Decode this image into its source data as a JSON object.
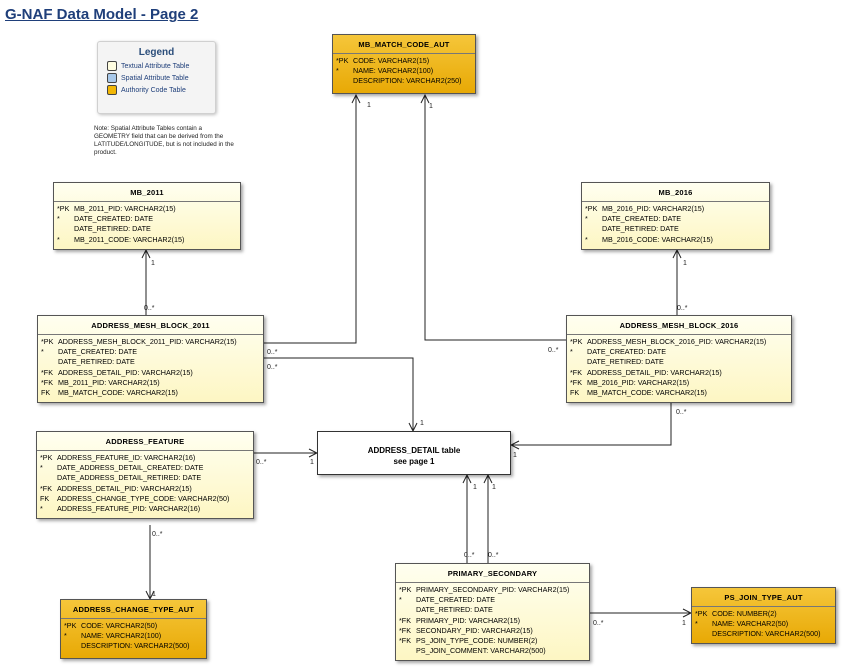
{
  "title": "G-NAF Data Model - Page 2",
  "legend": {
    "title": "Legend",
    "items": [
      {
        "label": "Textual Attribute Table",
        "color": "#fffde0"
      },
      {
        "label": "Spatial Attribute Table",
        "color": "#a9c9ea"
      },
      {
        "label": "Authority Code Table",
        "color": "#f2b705"
      }
    ],
    "note": "Note: Spatial Attribute Tables contain a GEOMETRY field that can be derived from the LATITUDE/LONGITUDE, but is not included in the product."
  },
  "entities": {
    "mb_match_code_aut": {
      "name": "MB_MATCH_CODE_AUT",
      "attributes": [
        {
          "key": "*PK",
          "text": "CODE: VARCHAR2(15)"
        },
        {
          "key": "*",
          "text": "NAME: VARCHAR2(100)"
        },
        {
          "key": "",
          "text": "DESCRIPTION: VARCHAR2(250)"
        }
      ]
    },
    "mb_2011": {
      "name": "MB_2011",
      "attributes": [
        {
          "key": "*PK",
          "text": "MB_2011_PID: VARCHAR2(15)"
        },
        {
          "key": "*",
          "text": "DATE_CREATED: DATE"
        },
        {
          "key": "",
          "text": "DATE_RETIRED: DATE"
        },
        {
          "key": "*",
          "text": "MB_2011_CODE: VARCHAR2(15)"
        }
      ]
    },
    "mb_2016": {
      "name": "MB_2016",
      "attributes": [
        {
          "key": "*PK",
          "text": "MB_2016_PID: VARCHAR2(15)"
        },
        {
          "key": "*",
          "text": "DATE_CREATED: DATE"
        },
        {
          "key": "",
          "text": "DATE_RETIRED: DATE"
        },
        {
          "key": "*",
          "text": "MB_2016_CODE: VARCHAR2(15)"
        }
      ]
    },
    "address_mesh_block_2011": {
      "name": "ADDRESS_MESH_BLOCK_2011",
      "attributes": [
        {
          "key": "*PK",
          "text": "ADDRESS_MESH_BLOCK_2011_PID: VARCHAR2(15)"
        },
        {
          "key": "*",
          "text": "DATE_CREATED: DATE"
        },
        {
          "key": "",
          "text": "DATE_RETIRED: DATE"
        },
        {
          "key": "*FK",
          "text": "ADDRESS_DETAIL_PID: VARCHAR2(15)"
        },
        {
          "key": "*FK",
          "text": "MB_2011_PID: VARCHAR2(15)"
        },
        {
          "key": "FK",
          "text": "MB_MATCH_CODE: VARCHAR2(15)"
        }
      ]
    },
    "address_mesh_block_2016": {
      "name": "ADDRESS_MESH_BLOCK_2016",
      "attributes": [
        {
          "key": "*PK",
          "text": "ADDRESS_MESH_BLOCK_2016_PID: VARCHAR2(15)"
        },
        {
          "key": "*",
          "text": "DATE_CREATED: DATE"
        },
        {
          "key": "",
          "text": "DATE_RETIRED: DATE"
        },
        {
          "key": "*FK",
          "text": "ADDRESS_DETAIL_PID: VARCHAR2(15)"
        },
        {
          "key": "*FK",
          "text": "MB_2016_PID: VARCHAR2(15)"
        },
        {
          "key": "FK",
          "text": "MB_MATCH_CODE: VARCHAR2(15)"
        }
      ]
    },
    "address_feature": {
      "name": "ADDRESS_FEATURE",
      "attributes": [
        {
          "key": "*PK",
          "text": "ADDRESS_FEATURE_ID: VARCHAR2(16)"
        },
        {
          "key": "*",
          "text": "DATE_ADDRESS_DETAIL_CREATED: DATE"
        },
        {
          "key": "",
          "text": "DATE_ADDRESS_DETAIL_RETIRED: DATE"
        },
        {
          "key": "*FK",
          "text": "ADDRESS_DETAIL_PID: VARCHAR2(15)"
        },
        {
          "key": "FK",
          "text": "ADDRESS_CHANGE_TYPE_CODE: VARCHAR2(50)"
        },
        {
          "key": "*",
          "text": "ADDRESS_FEATURE_PID: VARCHAR2(16)"
        }
      ]
    },
    "address_change_type_aut": {
      "name": "ADDRESS_CHANGE_TYPE_AUT",
      "attributes": [
        {
          "key": "*PK",
          "text": "CODE: VARCHAR2(50)"
        },
        {
          "key": "*",
          "text": "NAME: VARCHAR2(100)"
        },
        {
          "key": "",
          "text": "DESCRIPTION: VARCHAR2(500)"
        }
      ]
    },
    "primary_secondary": {
      "name": "PRIMARY_SECONDARY",
      "attributes": [
        {
          "key": "*PK",
          "text": "PRIMARY_SECONDARY_PID: VARCHAR2(15)"
        },
        {
          "key": "*",
          "text": "DATE_CREATED: DATE"
        },
        {
          "key": "",
          "text": "DATE_RETIRED: DATE"
        },
        {
          "key": "*FK",
          "text": "PRIMARY_PID: VARCHAR2(15)"
        },
        {
          "key": "*FK",
          "text": "SECONDARY_PID: VARCHAR2(15)"
        },
        {
          "key": "*FK",
          "text": "PS_JOIN_TYPE_CODE: NUMBER(2)"
        },
        {
          "key": "",
          "text": "PS_JOIN_COMMENT: VARCHAR2(500)"
        }
      ]
    },
    "ps_join_type_aut": {
      "name": "PS_JOIN_TYPE_AUT",
      "attributes": [
        {
          "key": "*PK",
          "text": "CODE: NUMBER(2)"
        },
        {
          "key": "*",
          "text": "NAME: VARCHAR2(50)"
        },
        {
          "key": "",
          "text": "DESCRIPTION: VARCHAR2(500)"
        }
      ]
    }
  },
  "address_detail_ref": {
    "line1": "ADDRESS_DETAIL table",
    "line2": "see page 1"
  },
  "multiplicities": {
    "one": "1",
    "many": "0..*"
  }
}
